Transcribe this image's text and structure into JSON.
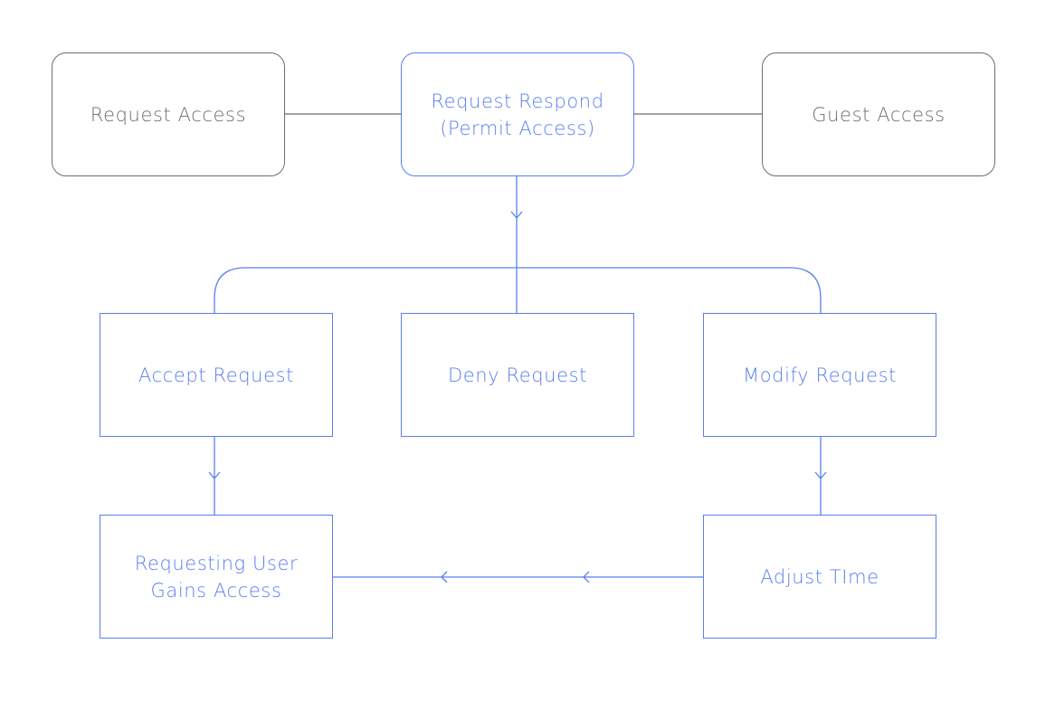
{
  "diagram": {
    "colors": {
      "gray": "#6e6e6e",
      "blue": "#5b7ff0",
      "background": "#ffffff"
    },
    "nodes": {
      "request_access": {
        "lines": [
          "Request Access"
        ],
        "style": "gray"
      },
      "request_respond": {
        "lines": [
          "Request Respond",
          "(Permit Access)"
        ],
        "style": "blue"
      },
      "guest_access": {
        "lines": [
          "Guest Access"
        ],
        "style": "gray"
      },
      "accept_request": {
        "lines": [
          "Accept Request"
        ],
        "style": "blue"
      },
      "deny_request": {
        "lines": [
          "Deny Request"
        ],
        "style": "blue"
      },
      "modify_request": {
        "lines": [
          "Modify Request"
        ],
        "style": "blue"
      },
      "requesting_user": {
        "lines": [
          "Requesting User",
          "Gains Access"
        ],
        "style": "blue"
      },
      "adjust_time": {
        "lines": [
          "Adjust TIme"
        ],
        "style": "blue"
      }
    },
    "edges": [
      {
        "from": "request_access",
        "to": "request_respond",
        "arrow": false
      },
      {
        "from": "request_respond",
        "to": "guest_access",
        "arrow": false
      },
      {
        "from": "request_respond",
        "to": "accept_request",
        "arrow": true
      },
      {
        "from": "request_respond",
        "to": "deny_request",
        "arrow": true
      },
      {
        "from": "request_respond",
        "to": "modify_request",
        "arrow": true
      },
      {
        "from": "accept_request",
        "to": "requesting_user",
        "arrow": true
      },
      {
        "from": "modify_request",
        "to": "adjust_time",
        "arrow": true
      },
      {
        "from": "adjust_time",
        "to": "requesting_user",
        "arrow": true
      }
    ]
  }
}
